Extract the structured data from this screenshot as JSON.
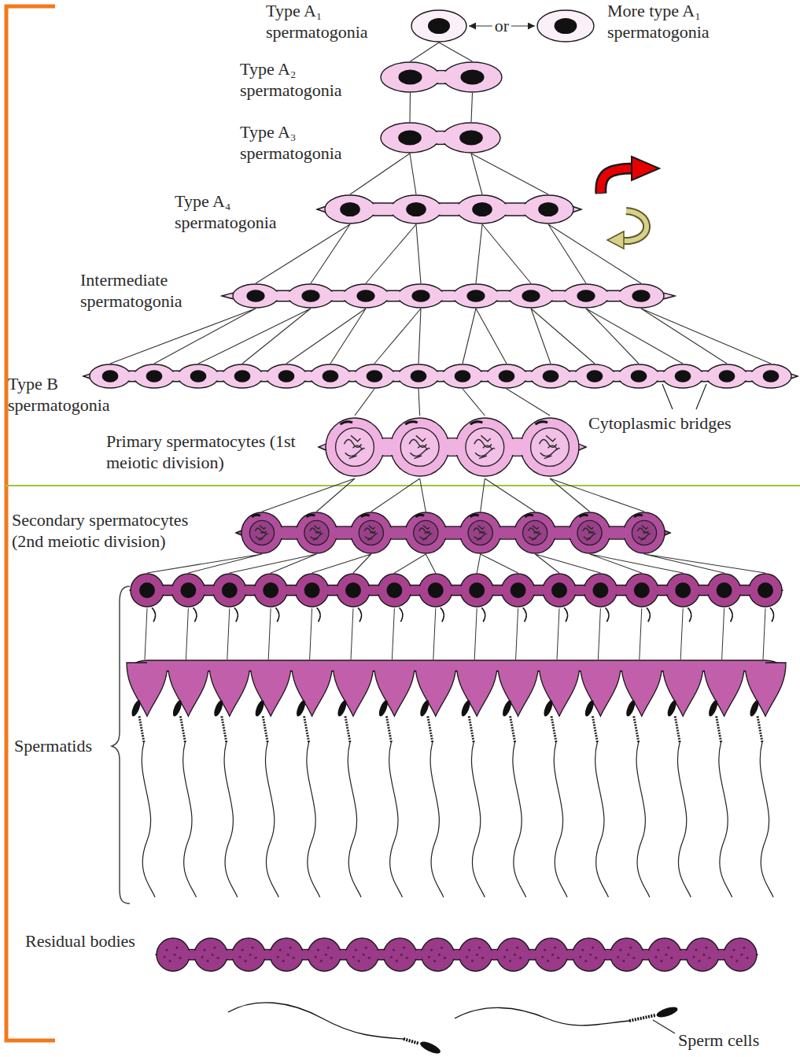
{
  "diagram": {
    "nodes": [
      {
        "text": [
          "Type A₁ spermatogonia"
        ]
      },
      {
        "text": [
          "More type A₁ spermatogonia"
        ]
      },
      {
        "text": [
          "Type A₂ spermatogonia"
        ]
      },
      {
        "text": [
          "Type A₃ spermatogonia"
        ]
      },
      {
        "text": [
          "Type A₄ spermatogonia"
        ]
      },
      {
        "text": [
          "Intermediate spermatogonia"
        ]
      },
      {
        "text": [
          "Type B spermatogonia"
        ]
      },
      {
        "text": [
          "Primary spermatocytes (1st meiotic division)"
        ]
      },
      {
        "text": [
          "Secondary spermatocytes (2nd meiotic division)"
        ]
      },
      {
        "text": [
          "Spermatids"
        ]
      },
      {
        "text": [
          "Residual bodies"
        ]
      },
      {
        "text": [
          "Sperm cells"
        ]
      }
    ],
    "edges": [
      {
        "from": 0,
        "to": 1,
        "label": "or",
        "arrow": "both"
      },
      {
        "from": 0,
        "to": 2,
        "arrow": "none"
      },
      {
        "from": 2,
        "to": 3,
        "arrow": "none"
      },
      {
        "from": 3,
        "to": 4,
        "arrow": "none"
      },
      {
        "from": 4,
        "to": 5,
        "arrow": "none"
      },
      {
        "from": 5,
        "to": 6,
        "arrow": "none"
      },
      {
        "from": 6,
        "to": 7,
        "arrow": "none"
      },
      {
        "from": 7,
        "to": 8,
        "arrow": "none"
      },
      {
        "from": 8,
        "to": 9,
        "arrow": "none"
      }
    ],
    "labels": [
      "Cytoplasmic bridges"
    ]
  }
}
